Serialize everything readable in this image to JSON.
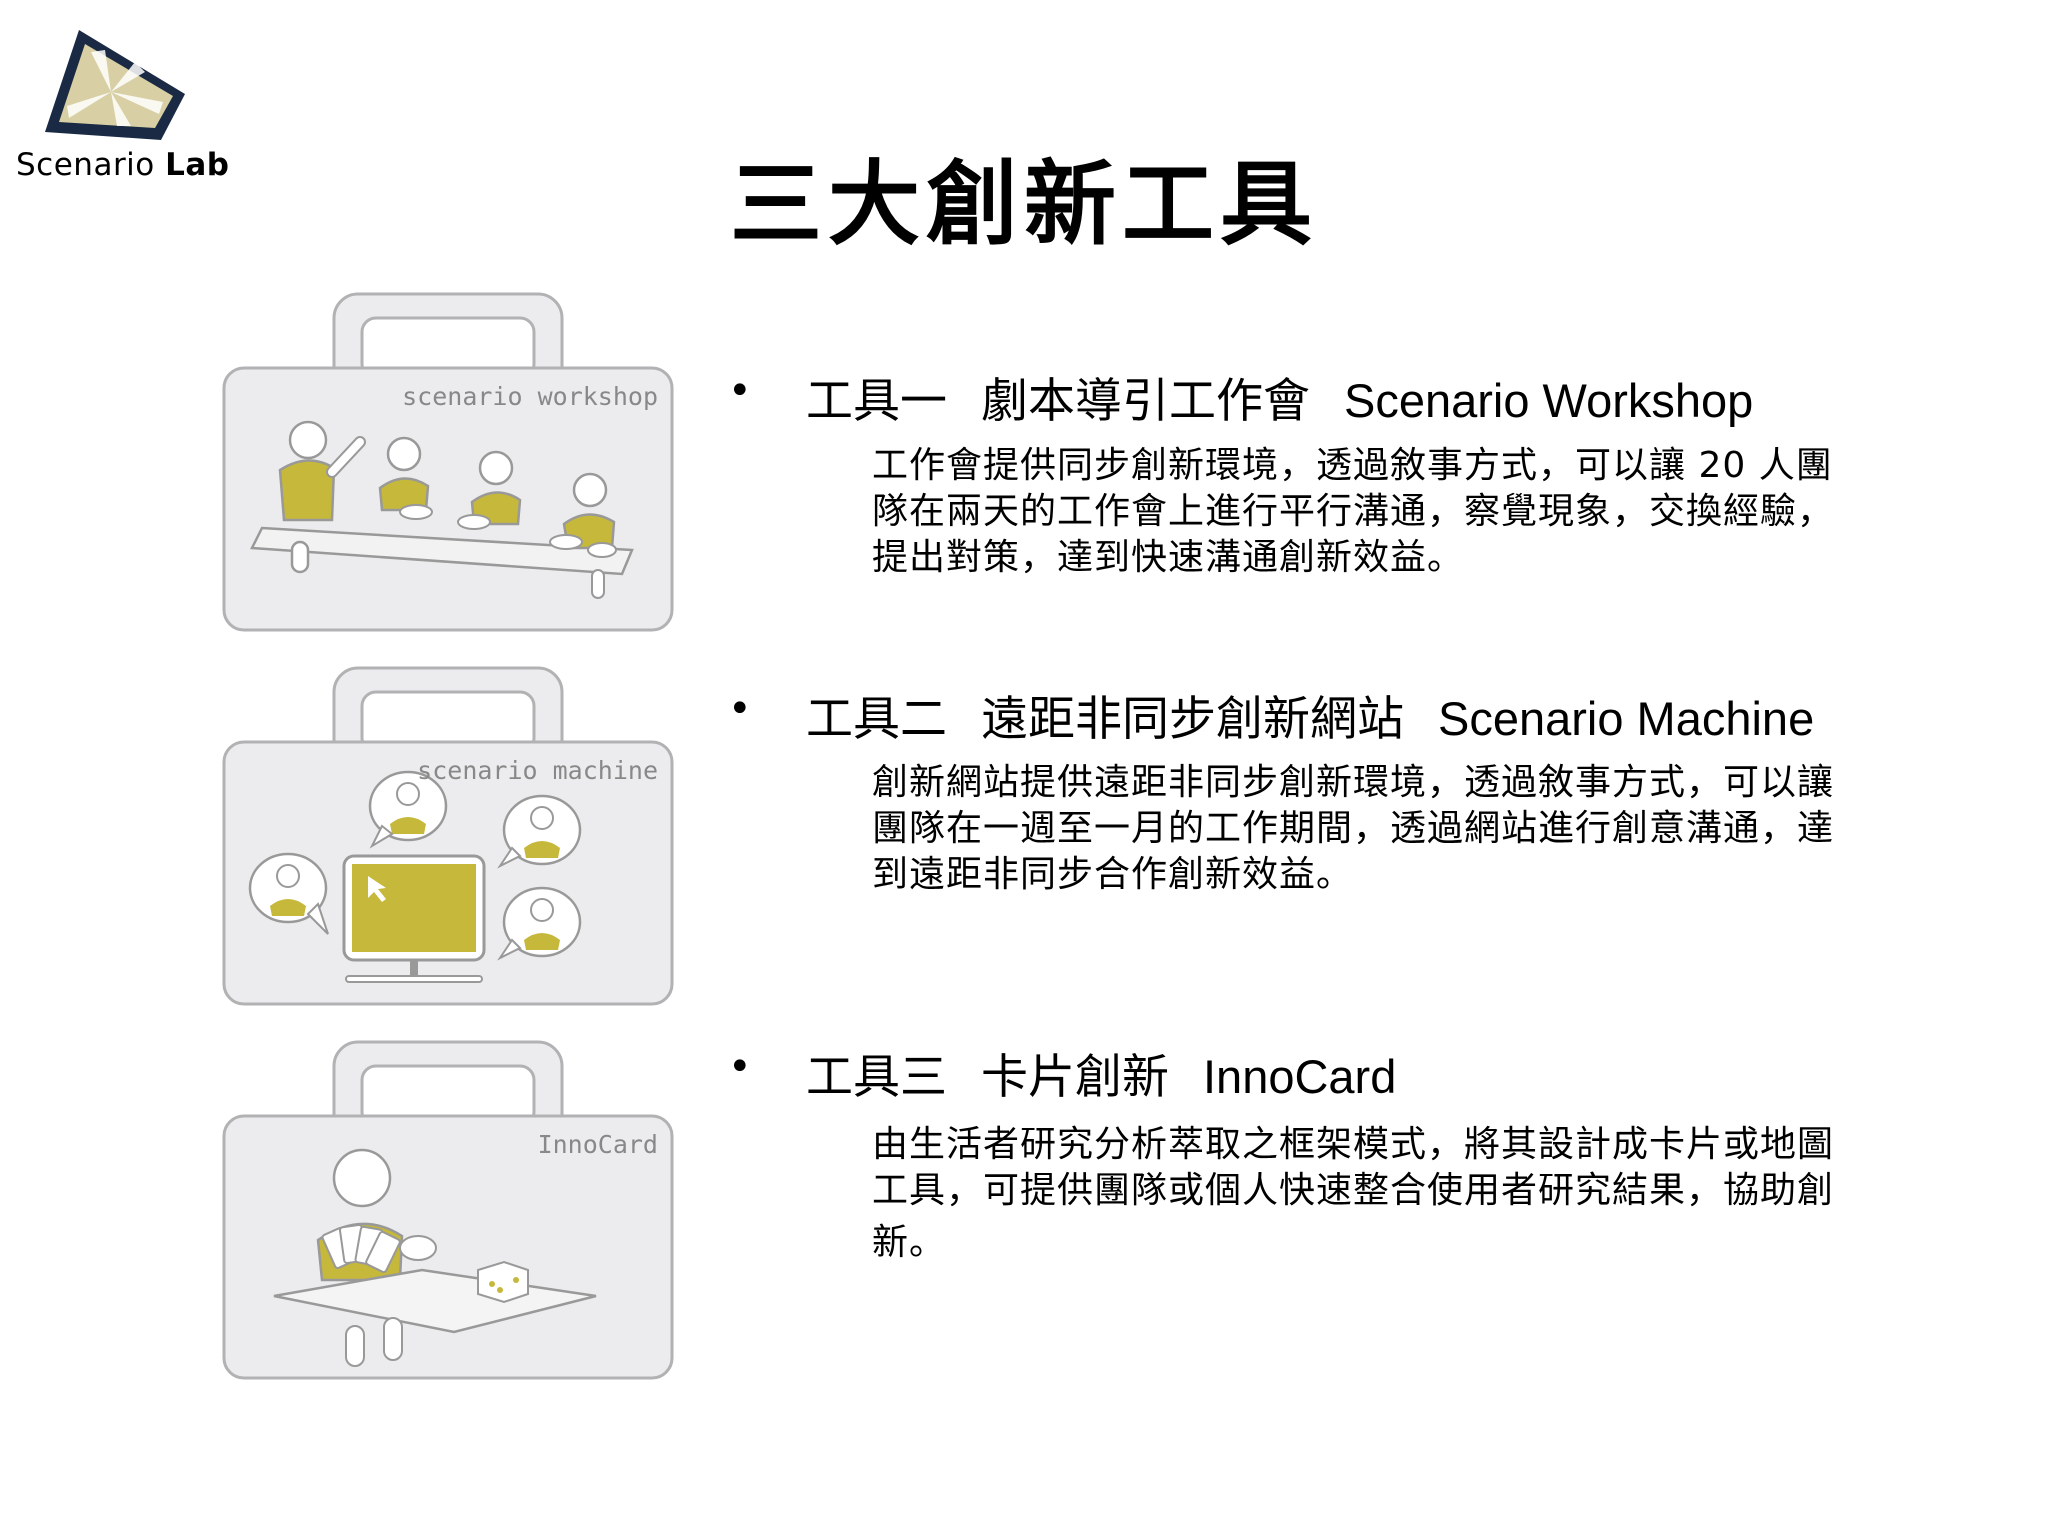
{
  "logo": {
    "word": "Scenario",
    "bold": "Lab",
    "icon": "scenario-lab-logo"
  },
  "title": "三大創新工具",
  "colors": {
    "accent_yellow": "#c6b83a",
    "bag_fill": "#ececee",
    "bag_stroke": "#b2b2b4"
  },
  "tools": [
    {
      "bag_label": "scenario workshop",
      "bullet": "•",
      "number": "工具一",
      "name_zh": "劇本導引工作會",
      "name_en": "Scenario Workshop",
      "desc_lines": [
        "工作會提供同步創新環境，透過敘事方式，可以讓 20 人團",
        "隊在兩天的工作會上進行平行溝通，察覺現象，交換經驗，",
        "提出對策，達到快速溝通創新效益。"
      ]
    },
    {
      "bag_label": "scenario machine",
      "bullet": "•",
      "number": "工具二",
      "name_zh": "遠距非同步創新網站",
      "name_en": "Scenario Machine",
      "desc_lines": [
        "創新網站提供遠距非同步創新環境，透過敘事方式，可以讓",
        "團隊在一週至一月的工作期間，透過網站進行創意溝通，達",
        "到遠距非同步合作創新效益。"
      ]
    },
    {
      "bag_label": "InnoCard",
      "bullet": "•",
      "number": "工具三",
      "name_zh": "卡片創新",
      "name_en": "InnoCard",
      "desc_lines": [
        "由生活者研究分析萃取之框架模式，將其設計成卡片或地圖",
        "工具，可提供團隊或個人快速整合使用者研究結果，協助創",
        "新。"
      ]
    }
  ]
}
